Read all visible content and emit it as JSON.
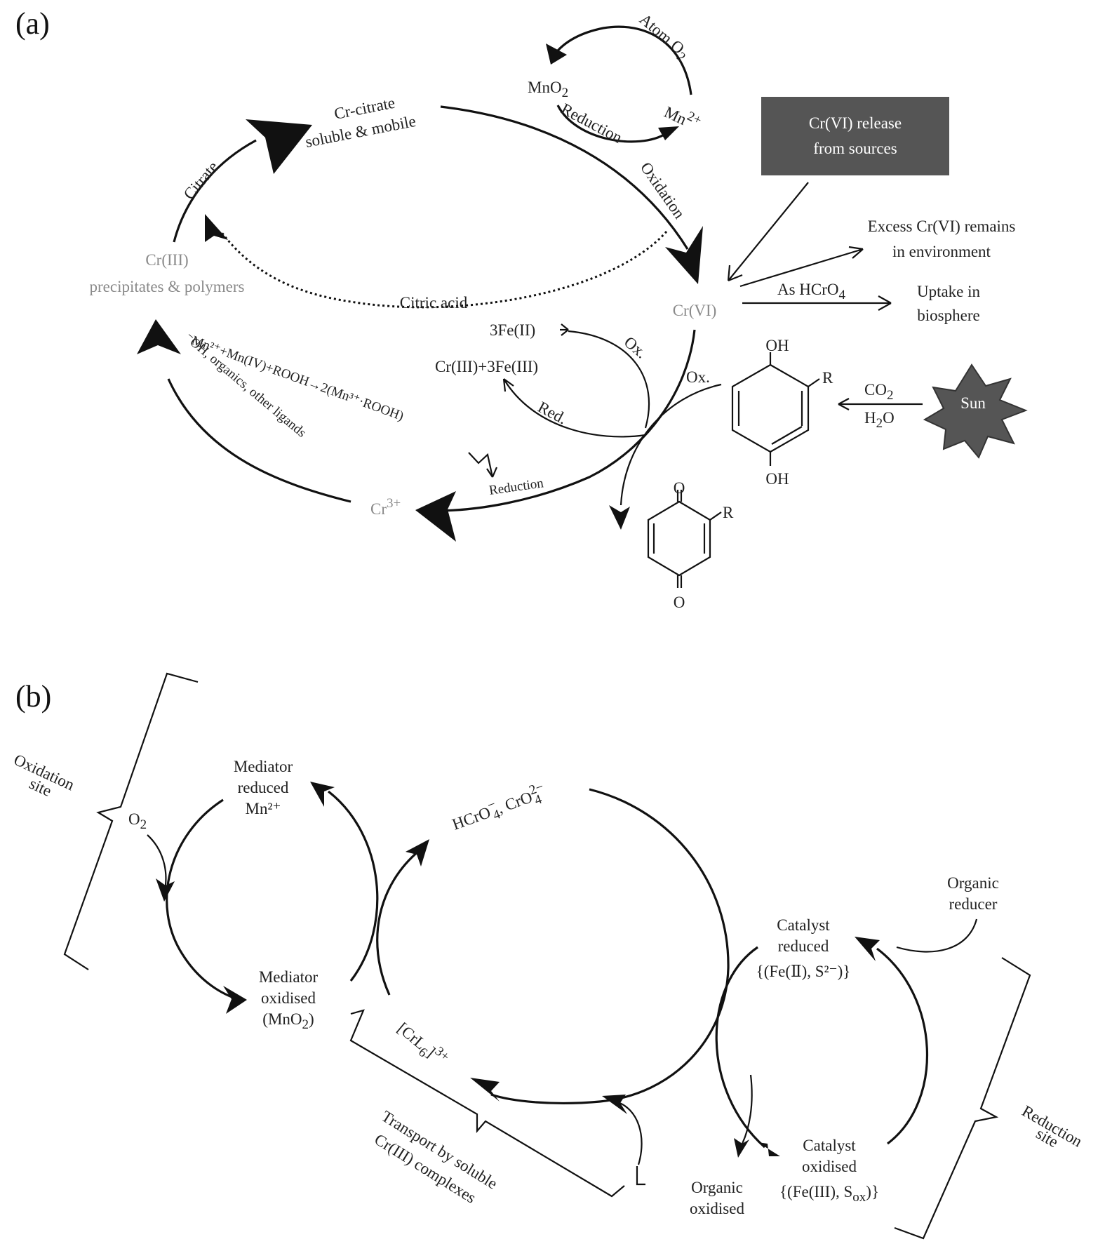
{
  "panel_a": {
    "label": "(a)",
    "cr_citrate_1": "Cr-citrate",
    "cr_citrate_2": "soluble & mobile",
    "citrate": "Citrate",
    "mno2": "MnO",
    "mn2": "Mn",
    "atom_o2": "Atom O",
    "reduction_top": "Reduction",
    "oxidation": "Oxidation",
    "source_1": "Cr(VI) release",
    "source_2": "from sources",
    "excess_1": "Excess Cr(VI) remains",
    "excess_2": "in environment",
    "as_hcro4": "As HCrO",
    "uptake_1": "Uptake in",
    "uptake_2": "biosphere",
    "cr6": "Cr(VI)",
    "cr3_1": "Cr(III)",
    "cr3_2": "precipitates & polymers",
    "citric_acid": "Citric acid",
    "fe2": "3Fe(II)",
    "cr3fe3": "Cr(III)+3Fe(III)",
    "ox1": "Ox.",
    "ox2": "Ox.",
    "red": "Red.",
    "mn_eq": "Mn²⁺+Mn(IV)+ROOH→2(Mn³⁺·ROOH)",
    "ligands": "⁻OH, organics, other ligands",
    "reduction_low": "Reduction",
    "cr3plus": "Cr",
    "oh_top": "OH",
    "oh_bottom": "OH",
    "r1": "R",
    "r2": "R",
    "o_top": "O",
    "o_bottom": "O",
    "co2": "CO",
    "h2o": "H",
    "sun": "Sun"
  },
  "panel_b": {
    "label": "(b)",
    "oxidation_site_1": "Oxidation",
    "oxidation_site_2": "site",
    "o2": "O",
    "med_red_1": "Mediator",
    "med_red_2": "reduced",
    "med_red_3": "Mn²⁺",
    "med_ox_1": "Mediator",
    "med_ox_2": "oxidised",
    "med_ox_3": "(MnO",
    "chromate": "HCrO",
    "crl6": "[CrL",
    "transport_1": "Transport by soluble",
    "transport_2": "Cr(III) complexes",
    "cat_red_1": "Catalyst",
    "cat_red_2": "reduced",
    "cat_red_3": "{(Fe(Ⅱ), S²⁻)}",
    "org_red_1": "Organic",
    "org_red_2": "reducer",
    "cat_ox_1": "Catalyst",
    "cat_ox_2": "oxidised",
    "cat_ox_3": "{(Fe(III), S",
    "org_ox_1": "Organic",
    "org_ox_2": "oxidised",
    "reduction_site_1": "Reduction",
    "reduction_site_2": "site"
  },
  "colors": {
    "source_box": "#555555",
    "sun": "#555555",
    "grey_text": "#8a8a8a"
  }
}
